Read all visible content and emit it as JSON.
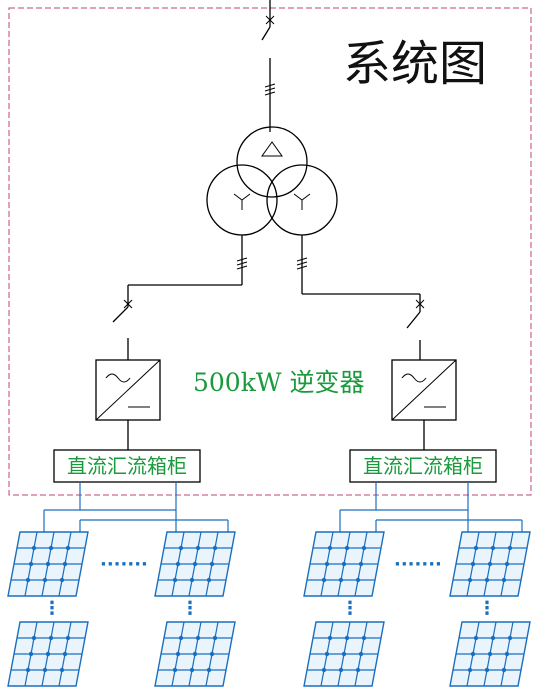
{
  "title": "系统图",
  "inverter_label": "500kW 逆变器",
  "combiner_boxes": [
    {
      "label": "直流汇流箱柜"
    },
    {
      "label": "直流汇流箱柜"
    }
  ],
  "horizontal_ellipsis": "·······",
  "vertical_ellipsis": "⋮",
  "colors": {
    "border": "#c0437f",
    "label_green": "#1a9a3c",
    "panel_blue": "#1a6fbf",
    "line_black": "#000000"
  },
  "icons": [
    "breaker-switch-icon",
    "transformer-icon",
    "inverter-icon",
    "solar-panel-icon"
  ]
}
